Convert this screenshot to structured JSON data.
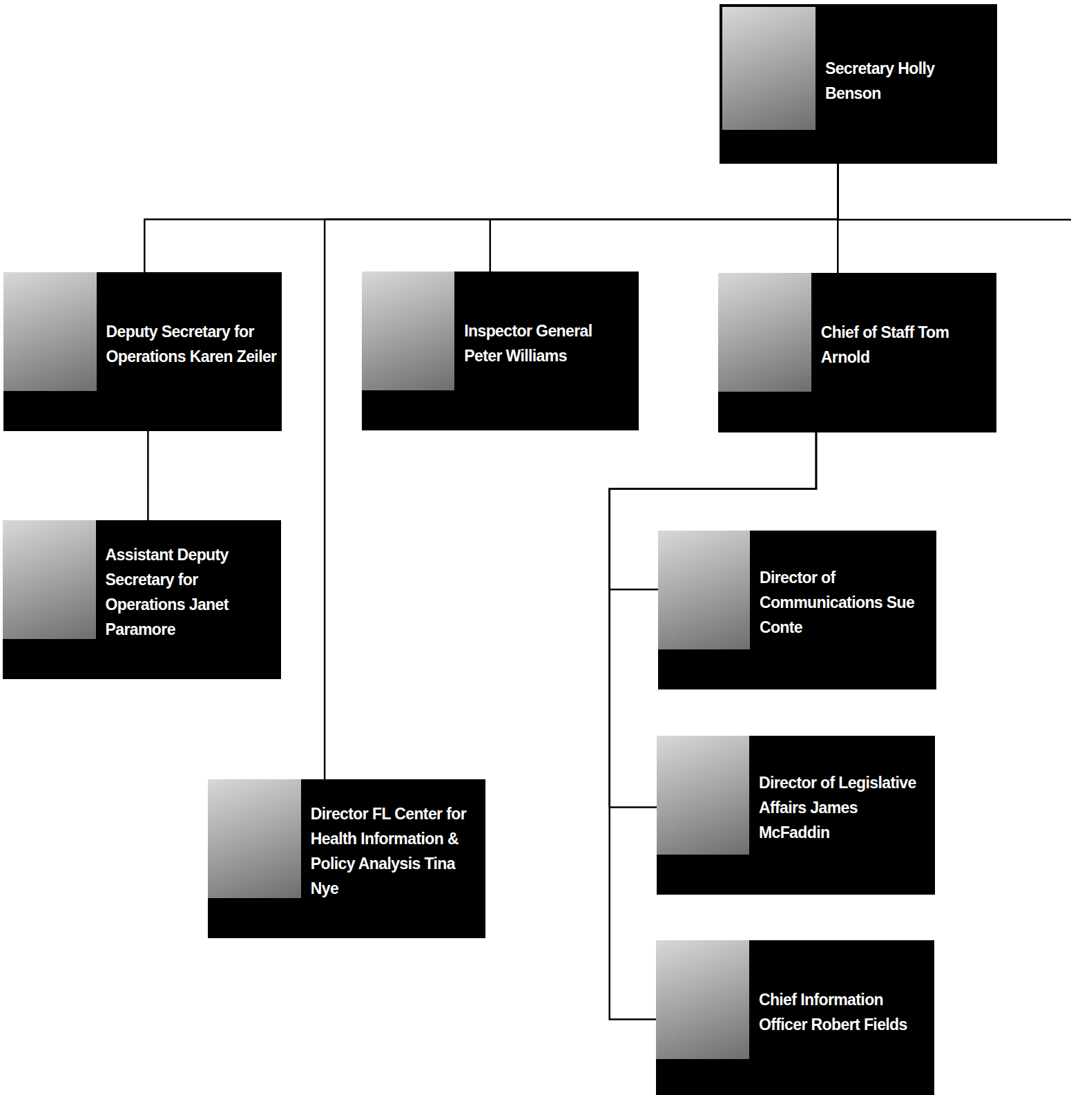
{
  "diagram": {
    "nodes": [
      {
        "text": [
          "Secretary Holly Benson"
        ]
      },
      {
        "text": [
          "Deputy Secretary for Operations Karen Zeiler"
        ]
      },
      {
        "text": [
          "Assistant Deputy Secretary for Operations Janet Paramore"
        ]
      },
      {
        "text": [
          "Inspector General Peter Williams"
        ]
      },
      {
        "text": [
          "Chief of Staff Tom Arnold"
        ]
      },
      {
        "text": [
          "Director FL Center for Health Information & Policy Analysis Tina Nye"
        ]
      },
      {
        "text": [
          "Director of Communications Sue Conte"
        ]
      },
      {
        "text": [
          "Director of Legislative Affairs James McFaddin"
        ]
      },
      {
        "text": [
          "Chief Information Officer Robert Fields"
        ]
      }
    ],
    "edges": [
      {
        "from": 0,
        "to": 1,
        "arrow": "none"
      },
      {
        "from": 0,
        "to": 5,
        "arrow": "none"
      },
      {
        "from": 0,
        "to": 3,
        "arrow": "none"
      },
      {
        "from": 0,
        "to": 4,
        "arrow": "none"
      },
      {
        "from": 1,
        "to": 2,
        "arrow": "none"
      },
      {
        "from": 4,
        "to": 6,
        "arrow": "none"
      },
      {
        "from": 4,
        "to": 7,
        "arrow": "none"
      },
      {
        "from": 4,
        "to": 8,
        "arrow": "none"
      }
    ]
  }
}
